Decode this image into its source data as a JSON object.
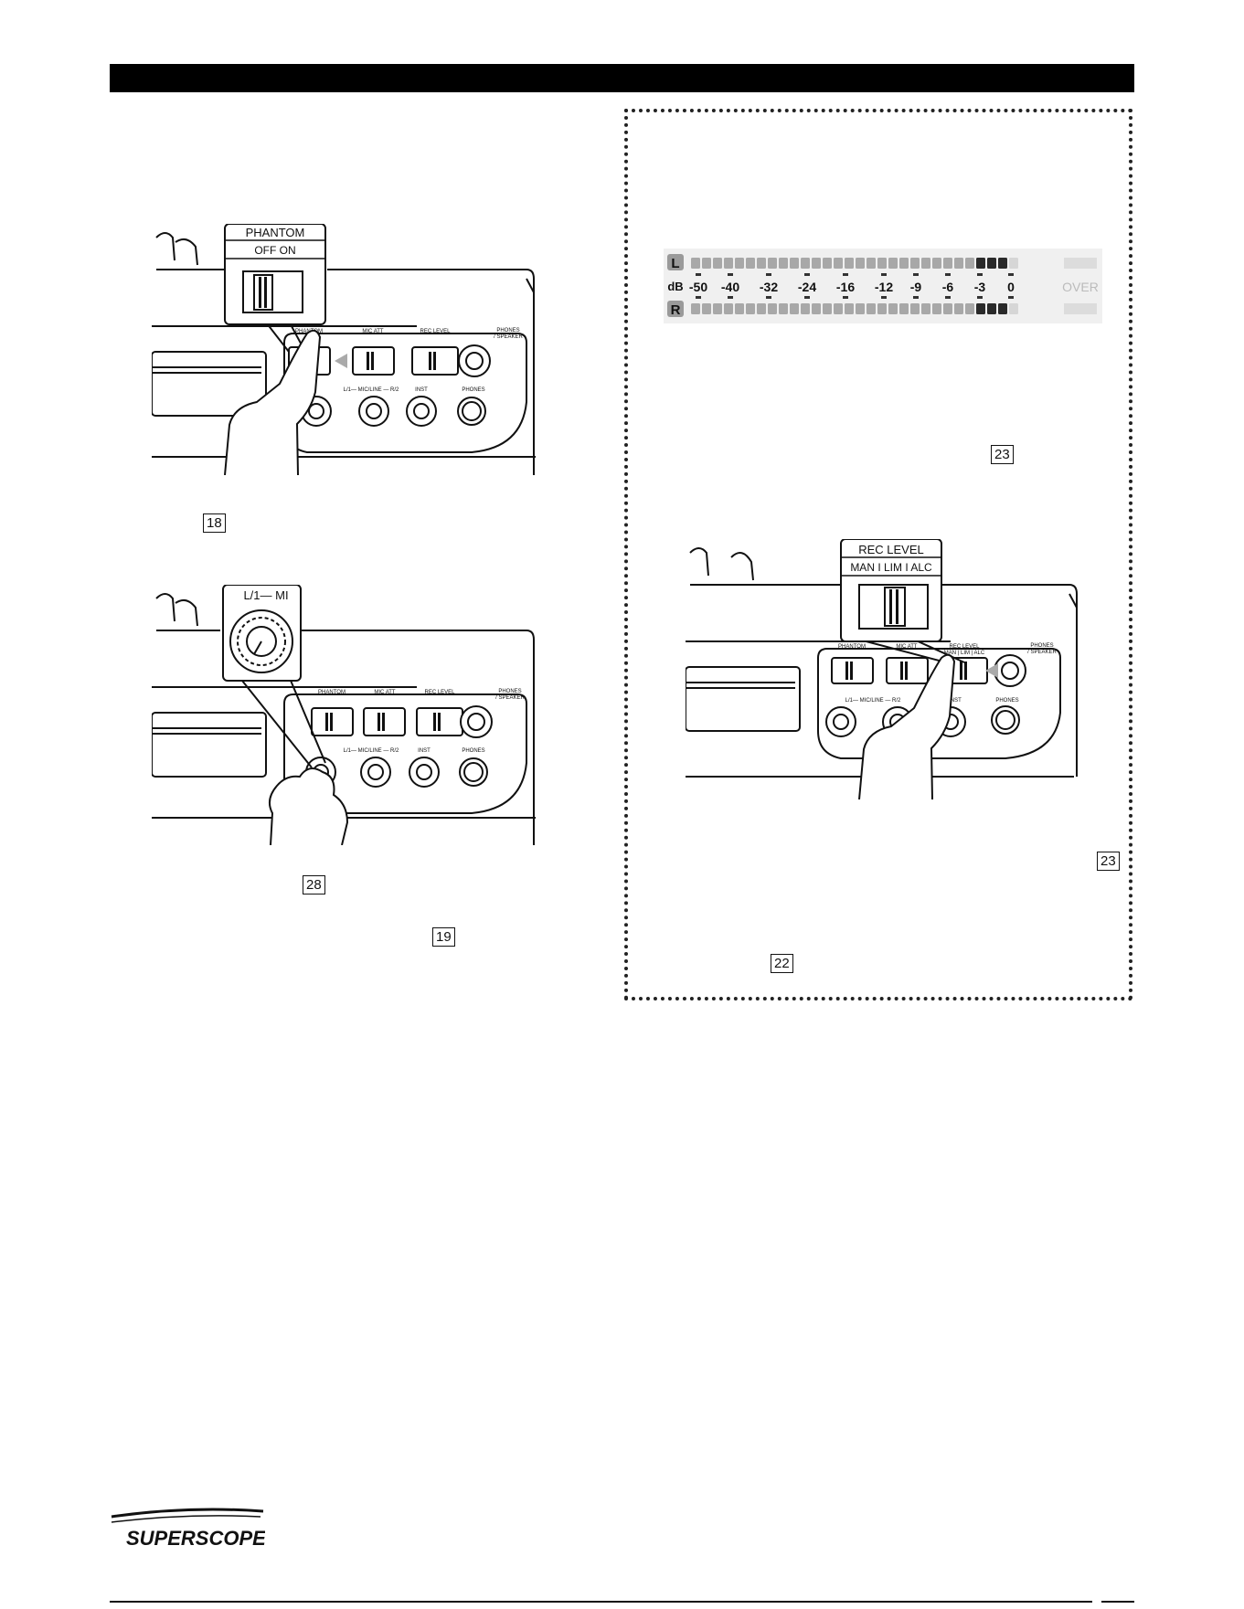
{
  "brand": {
    "logo_text": "SUPERSCOPE."
  },
  "page_refs": {
    "ref_a": "18",
    "ref_b": "28",
    "ref_c": "19",
    "ref_d": "23",
    "ref_e": "23",
    "ref_f": "22"
  },
  "device_labels": {
    "phantom": "PHANTOM",
    "off": "OFF",
    "on": "ON",
    "mic_att": "MIC ATT",
    "rec_level": "REC LEVEL",
    "man_lim_alc": "MAN | LIM | ALC",
    "phones_speaker": "PHONES / SPEAKER",
    "l1_mic_line_r2": "L/1— MIC/LINE — R/2",
    "inst": "INST",
    "phones": "PHONES"
  },
  "callouts": {
    "phantom_title": "PHANTOM",
    "phantom_off_on": "OFF  ON",
    "knob_label": "L/1— MI",
    "rec_level_title": "REC LEVEL",
    "rec_level_modes": "MAN  I  LIM  I  ALC"
  },
  "level_meter": {
    "left_channel": "L",
    "right_channel": "R",
    "db_label": "dB",
    "scale": [
      "-50",
      "-40",
      "-32",
      "-24",
      "-16",
      "-12",
      "-9",
      "-6",
      "-3",
      "0"
    ],
    "over_label": "OVER",
    "segments_total": 30,
    "segments_lit": 29,
    "peak_segments": 3
  },
  "colors": {
    "ink": "#111111",
    "meter_bg": "#f0f0f0",
    "segment_on": "#a8a8a8",
    "segment_peak": "#2a2a2a",
    "segment_off": "#d6d6d6"
  }
}
